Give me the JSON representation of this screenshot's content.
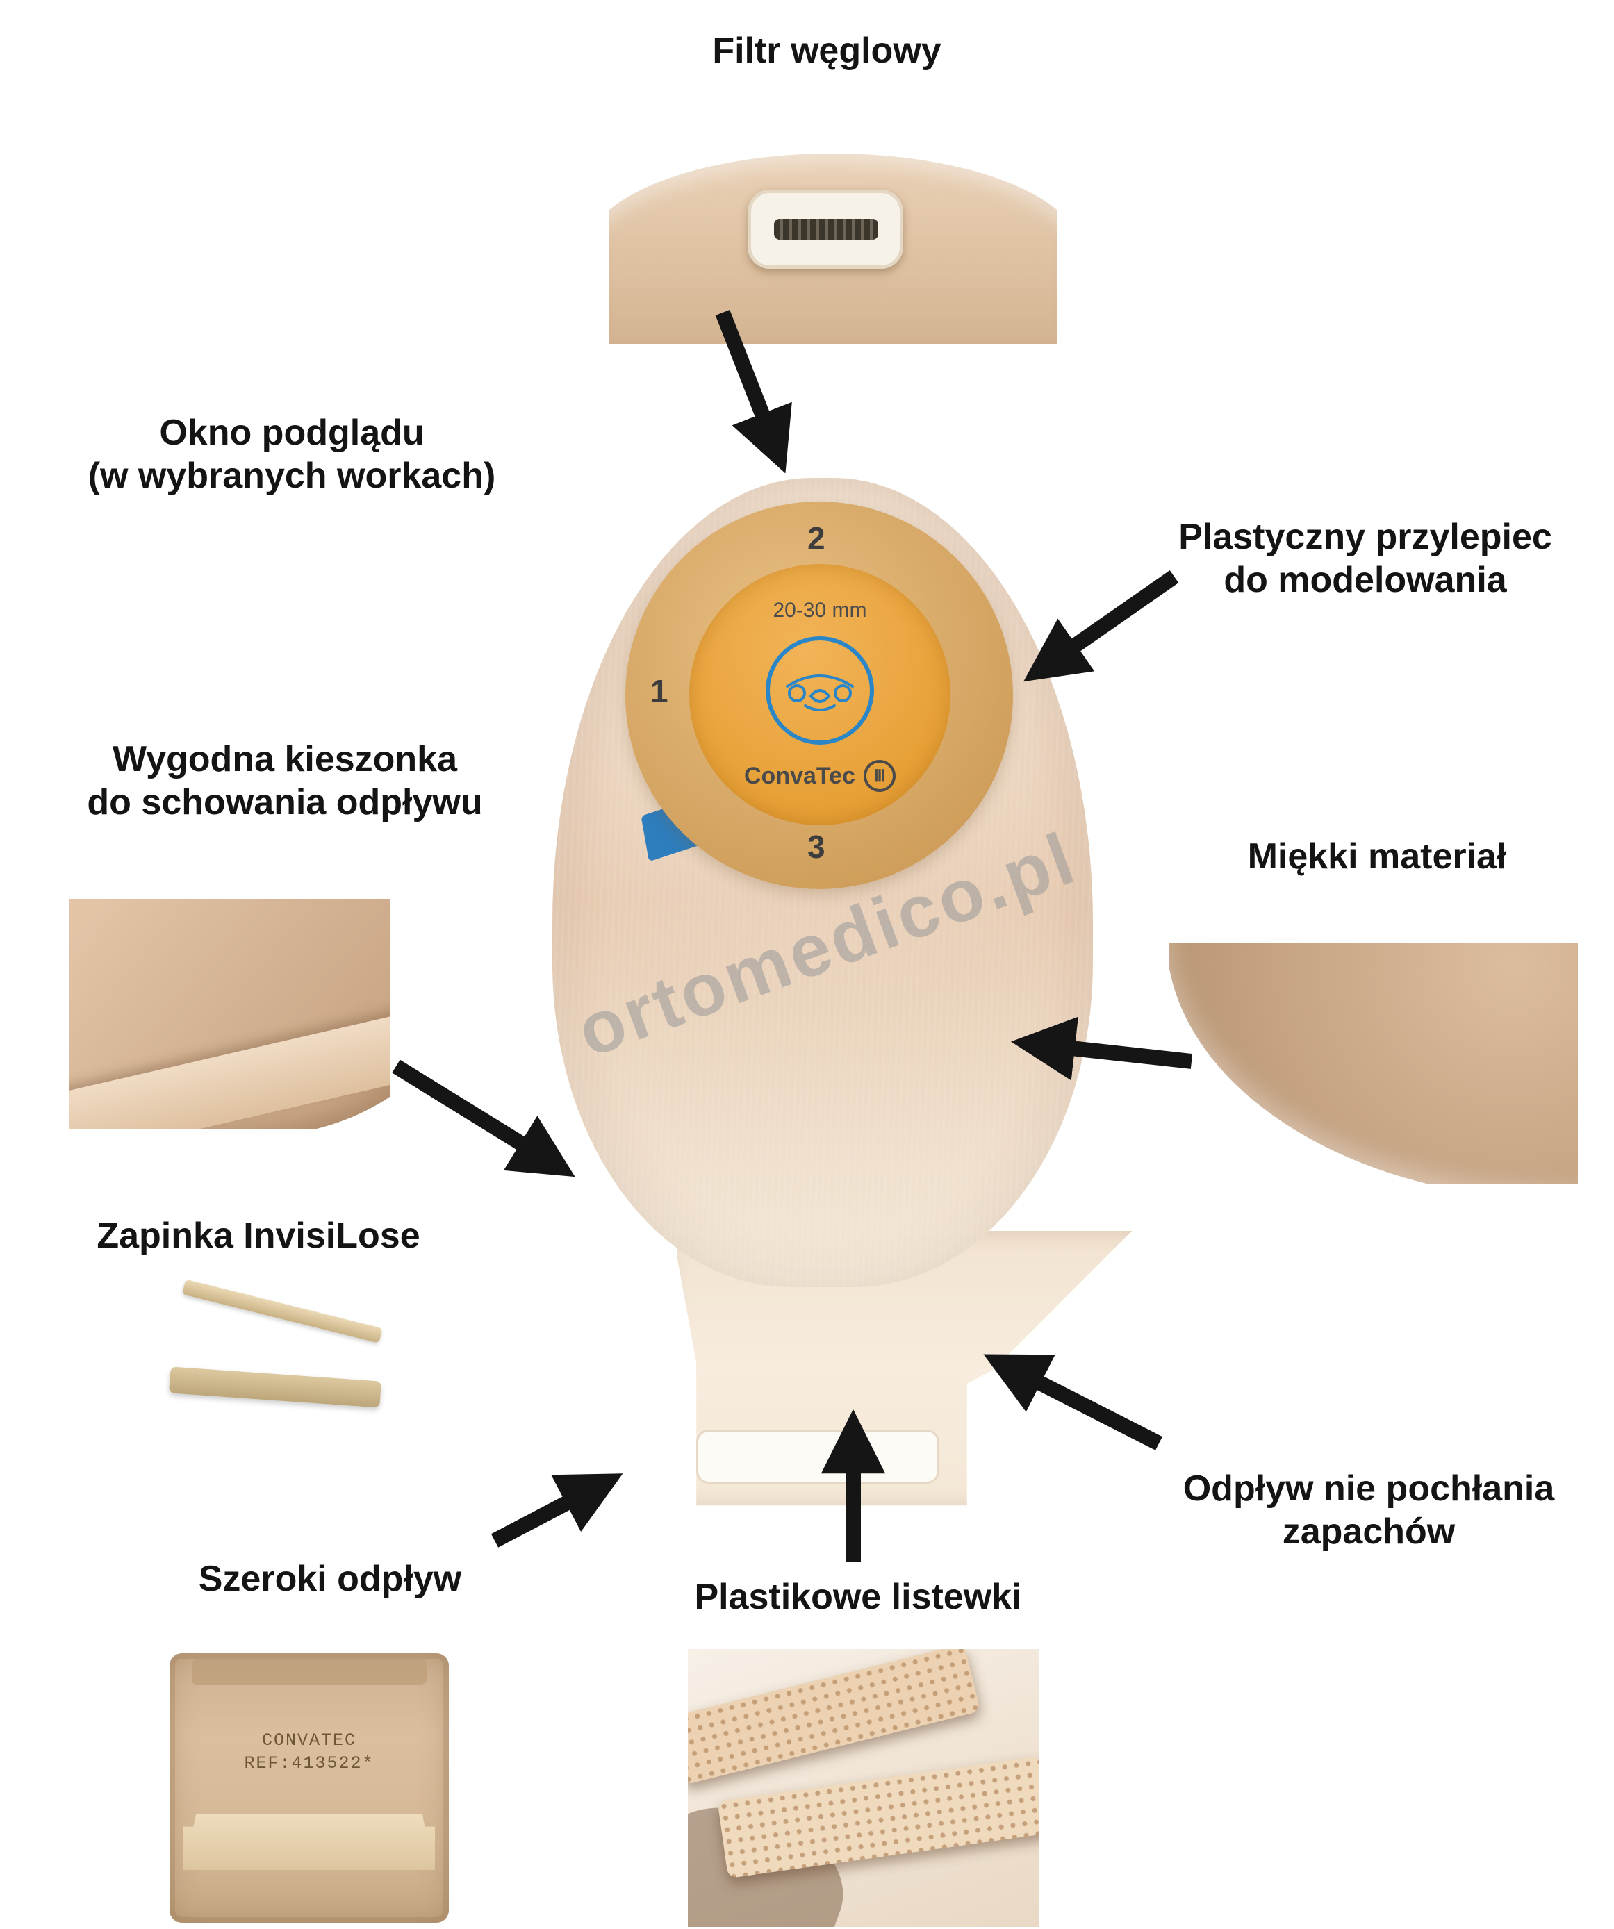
{
  "watermark": "ortomedico.pl",
  "labels": {
    "filter": "Filtr węglowy",
    "window": "Okno podglądu\n(w wybranych workach)",
    "adhesive": "Plastyczny przylepiec\ndo modelowania",
    "pocket": "Wygodna kieszonka\ndo schowania odpływu",
    "material": "Miękki materiał",
    "clip": "Zapinka InvisiLose",
    "outlet": "Szeroki odpływ",
    "strips": "Plastikowe listewki",
    "odour": "Odpływ nie pochłania\nzapachów"
  },
  "baseplate": {
    "tab_top": "2",
    "tab_left": "1",
    "tab_bottom": "3",
    "size_range": "20-30 mm",
    "brand": "ConvaTec",
    "logo_glyph": "Ⅲ"
  },
  "outlet_photo": {
    "ref_text": "CONVATEC\nREF:413522*"
  },
  "colors": {
    "fabric_beige": "#e7cbb1",
    "fabric_dark": "#c09a78",
    "plate_tan": "#d4a462",
    "plate_orange": "#e7a037",
    "accent_blue": "#2a86c6",
    "film_white": "#f7ecdd",
    "arrow_black": "#151515",
    "watermark_gray": "#999999"
  }
}
